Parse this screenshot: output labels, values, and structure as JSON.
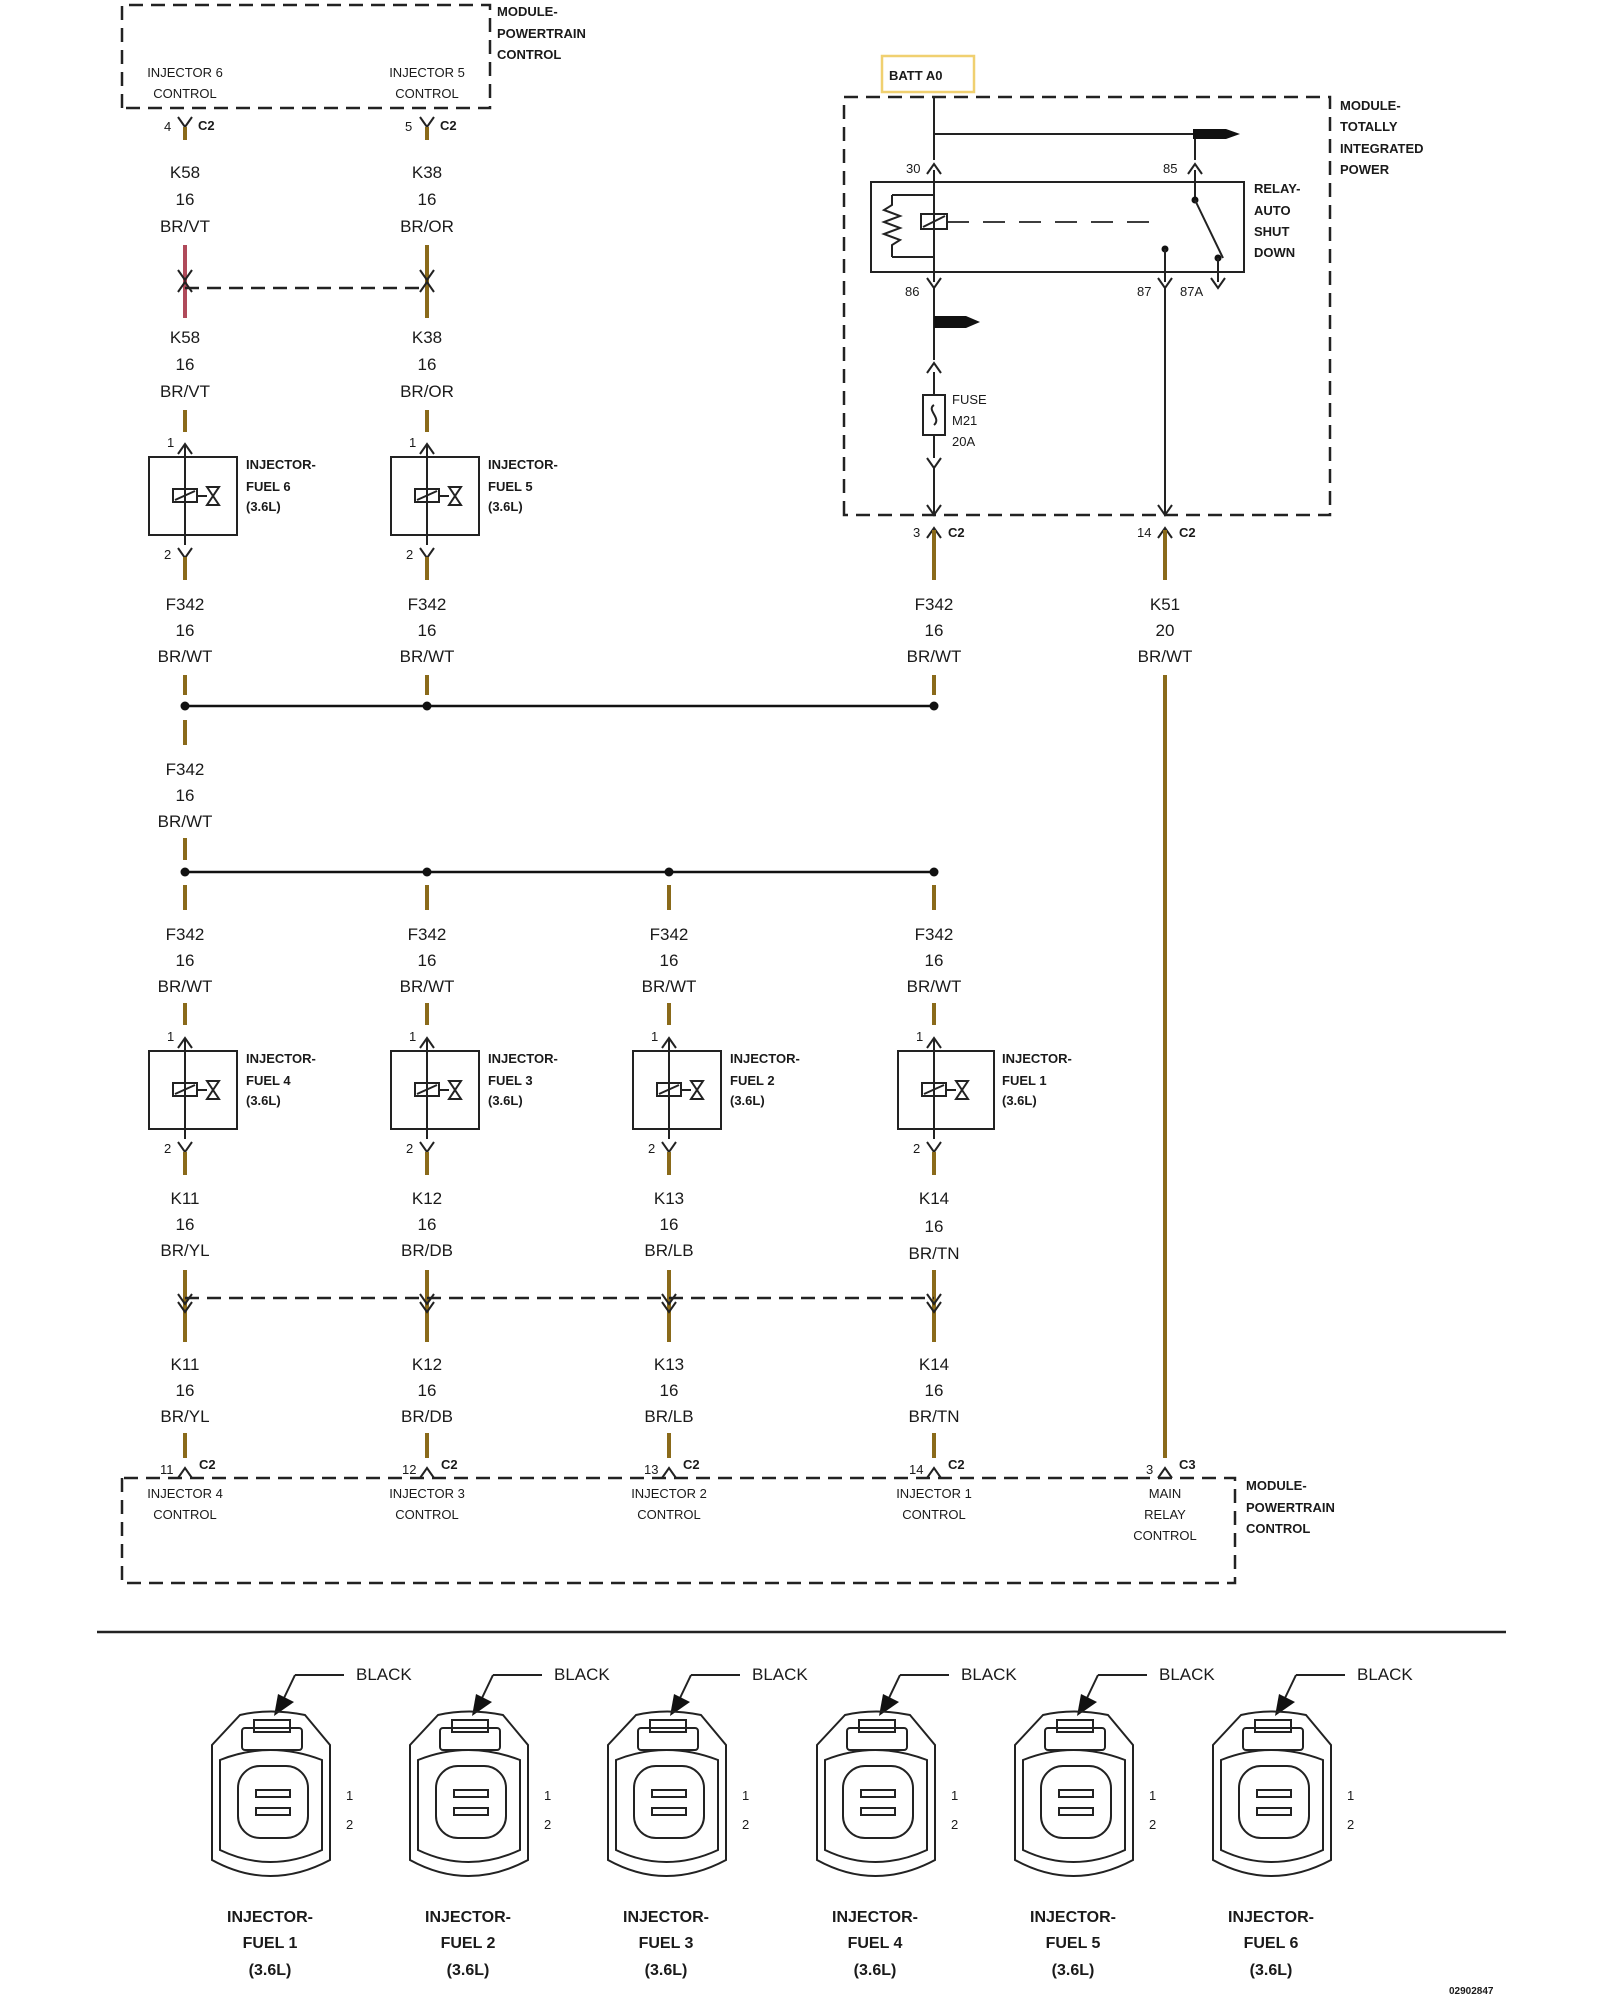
{
  "top_pcm": {
    "module_lines": [
      "MODULE-",
      "POWERTRAIN",
      "CONTROL"
    ],
    "left_ctrl": [
      "INJECTOR 6",
      "CONTROL"
    ],
    "right_ctrl": [
      "INJECTOR 5",
      "CONTROL"
    ],
    "left_pin": "4",
    "right_pin": "5",
    "conn": "C2"
  },
  "batt_label": "BATT A0",
  "tipm": {
    "module_lines": [
      "MODULE-",
      "TOTALLY",
      "INTEGRATED",
      "POWER"
    ],
    "relay_lines": [
      "RELAY-",
      "AUTO",
      "SHUT",
      "DOWN"
    ],
    "pin_30": "30",
    "pin_85": "85",
    "pin_86": "86",
    "pin_87": "87",
    "pin_87a": "87A",
    "fuse_lines": [
      "FUSE",
      "M21",
      "20A"
    ],
    "pin_3": "3",
    "pin_14": "14",
    "conn": "C2"
  },
  "wires": {
    "k58": [
      "K58",
      "16",
      "BR/VT"
    ],
    "k38": [
      "K38",
      "16",
      "BR/OR"
    ],
    "f342": [
      "F342",
      "16",
      "BR/WT"
    ],
    "k51": [
      "K51",
      "20",
      "BR/WT"
    ],
    "k11": [
      "K11",
      "16",
      "BR/YL"
    ],
    "k12": [
      "K12",
      "16",
      "BR/DB"
    ],
    "k13": [
      "K13",
      "16",
      "BR/LB"
    ],
    "k14": [
      "K14",
      "16",
      "BR/TN"
    ]
  },
  "injectors": {
    "inj6": [
      "INJECTOR-",
      "FUEL 6",
      "(3.6L)"
    ],
    "inj5": [
      "INJECTOR-",
      "FUEL 5",
      "(3.6L)"
    ],
    "inj4": [
      "INJECTOR-",
      "FUEL 4",
      "(3.6L)"
    ],
    "inj3": [
      "INJECTOR-",
      "FUEL 3",
      "(3.6L)"
    ],
    "inj2": [
      "INJECTOR-",
      "FUEL 2",
      "(3.6L)"
    ],
    "inj1": [
      "INJECTOR-",
      "FUEL 1",
      "(3.6L)"
    ],
    "pin1": "1",
    "pin2": "2"
  },
  "bottom_pcm": {
    "module_lines": [
      "MODULE-",
      "POWERTRAIN",
      "CONTROL"
    ],
    "ctrl4": [
      "INJECTOR 4",
      "CONTROL"
    ],
    "ctrl3": [
      "INJECTOR 3",
      "CONTROL"
    ],
    "ctrl2": [
      "INJECTOR 2",
      "CONTROL"
    ],
    "ctrl1": [
      "INJECTOR 1",
      "CONTROL"
    ],
    "main_relay": [
      "MAIN",
      "RELAY",
      "CONTROL"
    ],
    "pins": [
      "11",
      "12",
      "13",
      "14",
      "3"
    ],
    "conns": [
      "C2",
      "C2",
      "C2",
      "C2",
      "C3"
    ]
  },
  "connectors": {
    "color": "BLACK",
    "pin1": "1",
    "pin2": "2",
    "names": [
      [
        "INJECTOR-",
        "FUEL 1",
        "(3.6L)"
      ],
      [
        "INJECTOR-",
        "FUEL 2",
        "(3.6L)"
      ],
      [
        "INJECTOR-",
        "FUEL 3",
        "(3.6L)"
      ],
      [
        "INJECTOR-",
        "FUEL 4",
        "(3.6L)"
      ],
      [
        "INJECTOR-",
        "FUEL 5",
        "(3.6L)"
      ],
      [
        "INJECTOR-",
        "FUEL 6",
        "(3.6L)"
      ]
    ]
  },
  "diagram_id": "02902847",
  "colors": {
    "wire": "#8a6a1a",
    "k58_accent": "#b04a5a",
    "batt_box": "#f0d070"
  }
}
